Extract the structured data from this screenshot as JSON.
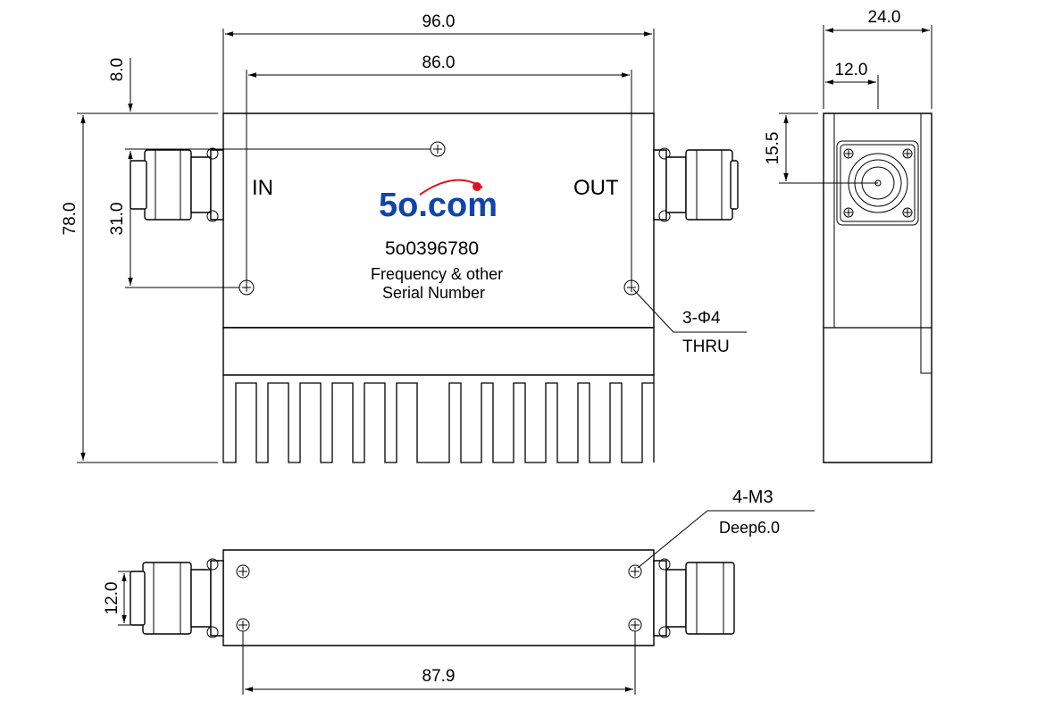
{
  "front_view": {
    "dim_width": "96.0",
    "dim_hole_spacing": "86.0",
    "dim_top_offset": "8.0",
    "dim_height": "78.0",
    "dim_connector_spacing": "31.0",
    "label_in": "IN",
    "label_out": "OUT",
    "logo_text": "5o.com",
    "part_number": "5o0396780",
    "note_line1": "Frequency & other",
    "note_line2": "Serial Number",
    "hole_callout": "3-Φ4",
    "hole_callout_sub": "THRU"
  },
  "side_view": {
    "dim_depth": "24.0",
    "dim_center": "12.0",
    "dim_connector_height": "15.5"
  },
  "bottom_view": {
    "thread_callout": "4-M3",
    "thread_depth": "Deep6.0",
    "dim_thread_spacing_y": "12.0",
    "dim_thread_spacing_x": "87.9"
  },
  "colors": {
    "line": "#000000",
    "logo_blue": "#1144aa",
    "logo_red": "#e01020"
  }
}
